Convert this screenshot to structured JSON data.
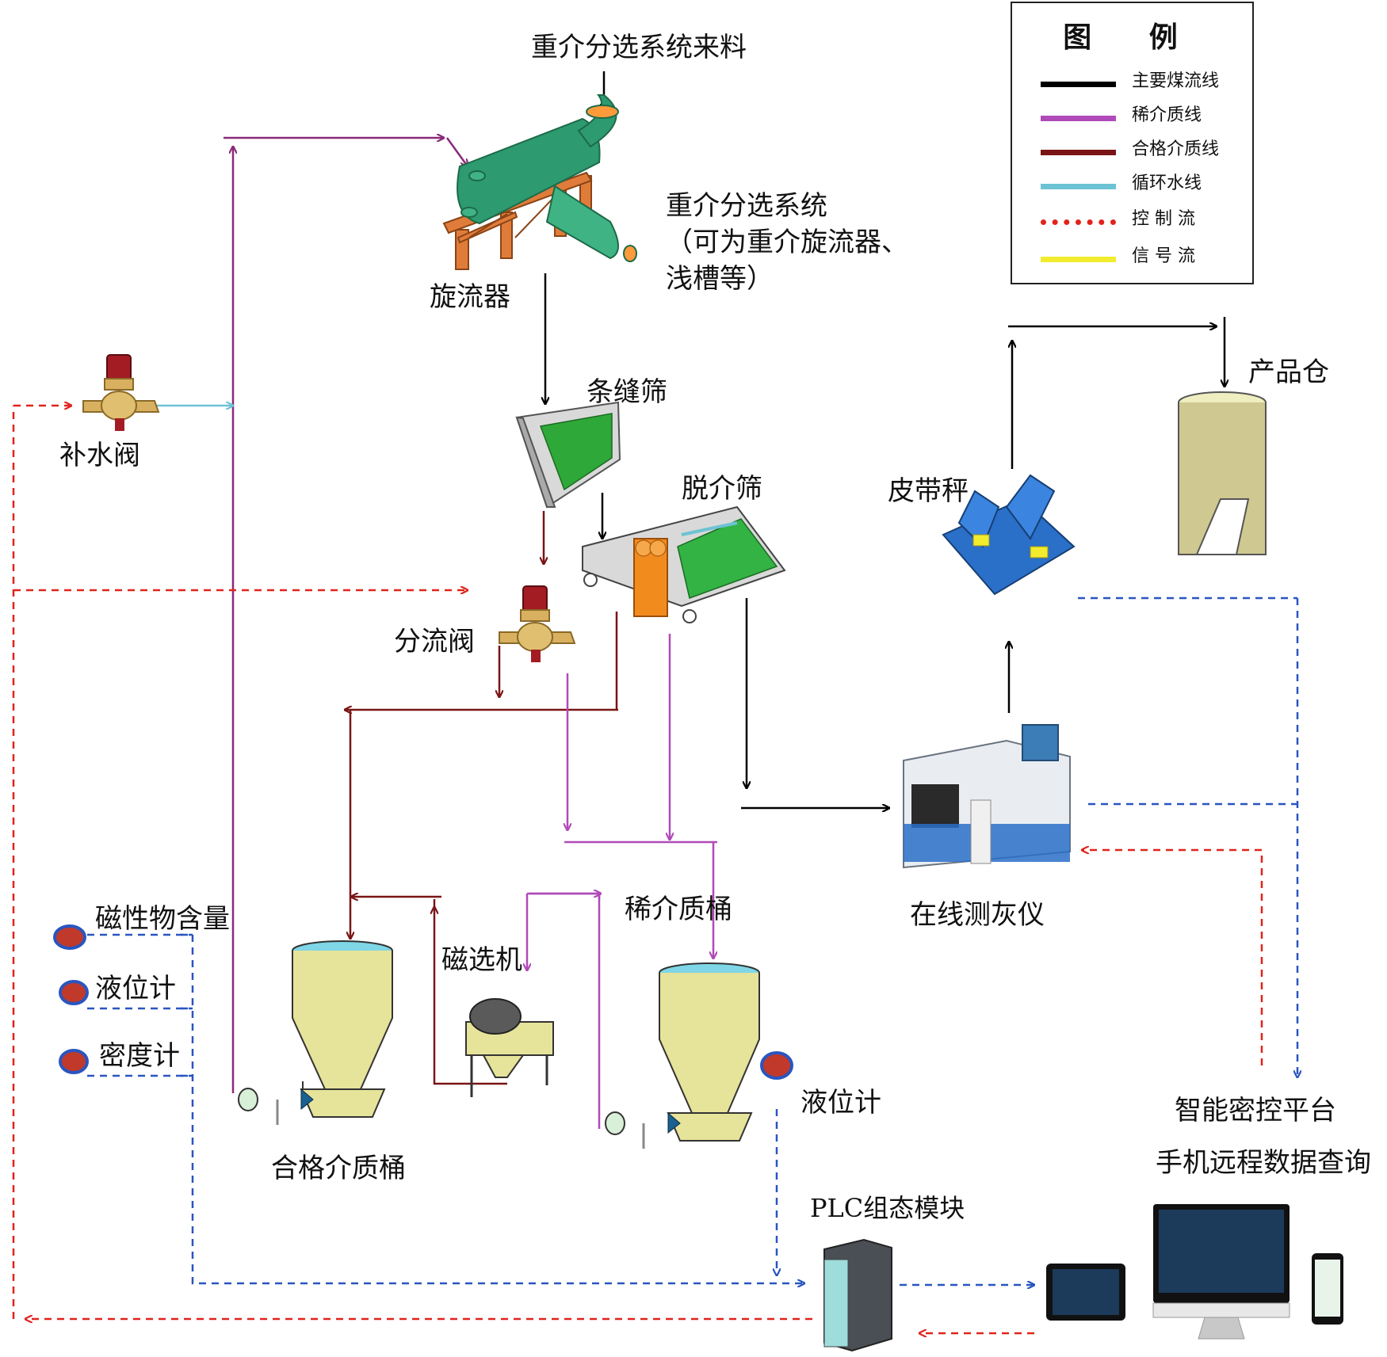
{
  "legend": {
    "title": "图 例",
    "items": [
      {
        "label": "主要煤流线",
        "color": "#000000",
        "style": "solid"
      },
      {
        "label": "稀介质线",
        "color": "#b04ab8",
        "style": "solid"
      },
      {
        "label": "合格介质线",
        "color": "#7a1515",
        "style": "solid"
      },
      {
        "label": "循环水线",
        "color": "#6cc3d4",
        "style": "solid"
      },
      {
        "label": "控 制 流",
        "color": "#e0241c",
        "style": "dotted"
      },
      {
        "label": "信 号 流",
        "color": "#f2ec2e",
        "style": "solid"
      }
    ]
  },
  "nodes": {
    "feed": "重介分选系统来料",
    "cyclone": "旋流器",
    "system_line1": "重介分选系统",
    "system_line2": "（可为重介旋流器、",
    "system_line3": "浅槽等）",
    "makeup_valve": "补水阀",
    "slot_screen": "条缝筛",
    "desliming_screen": "脱介筛",
    "diverter_valve": "分流阀",
    "belt_scale": "皮带秤",
    "product_bin": "产品仓",
    "ash_analyzer": "在线测灰仪",
    "dilute_tank": "稀介质桶",
    "magnetic_separator": "磁选机",
    "qualified_tank": "合格介质桶",
    "magnetic_content": "磁性物含量",
    "level_meter_left": "液位计",
    "density_meter": "密度计",
    "level_meter_right": "液位计",
    "plc": "PLC组态模块",
    "platform": "智能密控平台",
    "mobile_query": "手机远程数据查询"
  },
  "colors": {
    "coal": "#000000",
    "dilute": "#b04ab8",
    "qualified": "#7a1515",
    "water": "#6cc3d4",
    "control": "#e0241c",
    "signal": "#2a55c0",
    "tank_body": "#e6e39a",
    "tank_water": "#7fd6e6",
    "cyclone": "#2d9a70",
    "frame": "#e07c3a",
    "equip_blue": "#2a6fc8",
    "sensor": "#c0392b"
  }
}
